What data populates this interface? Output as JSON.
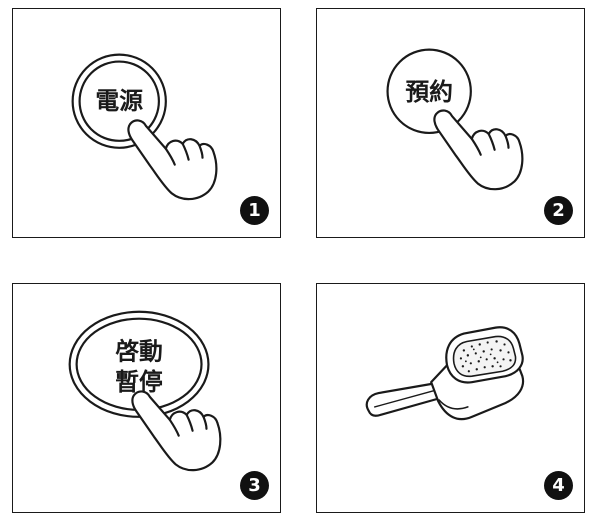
{
  "panels": [
    {
      "button_label": "電源",
      "step": "1"
    },
    {
      "button_label": "預約",
      "step": "2"
    },
    {
      "button_label_line1": "啓動",
      "button_label_line2": "暫停",
      "step": "3"
    },
    {
      "step": "4"
    }
  ],
  "icons": [
    "pointing-hand-icon",
    "detergent-scoop-icon"
  ],
  "colors": {
    "line": "#1a1a1a",
    "badge": "#111111",
    "background": "#ffffff"
  }
}
